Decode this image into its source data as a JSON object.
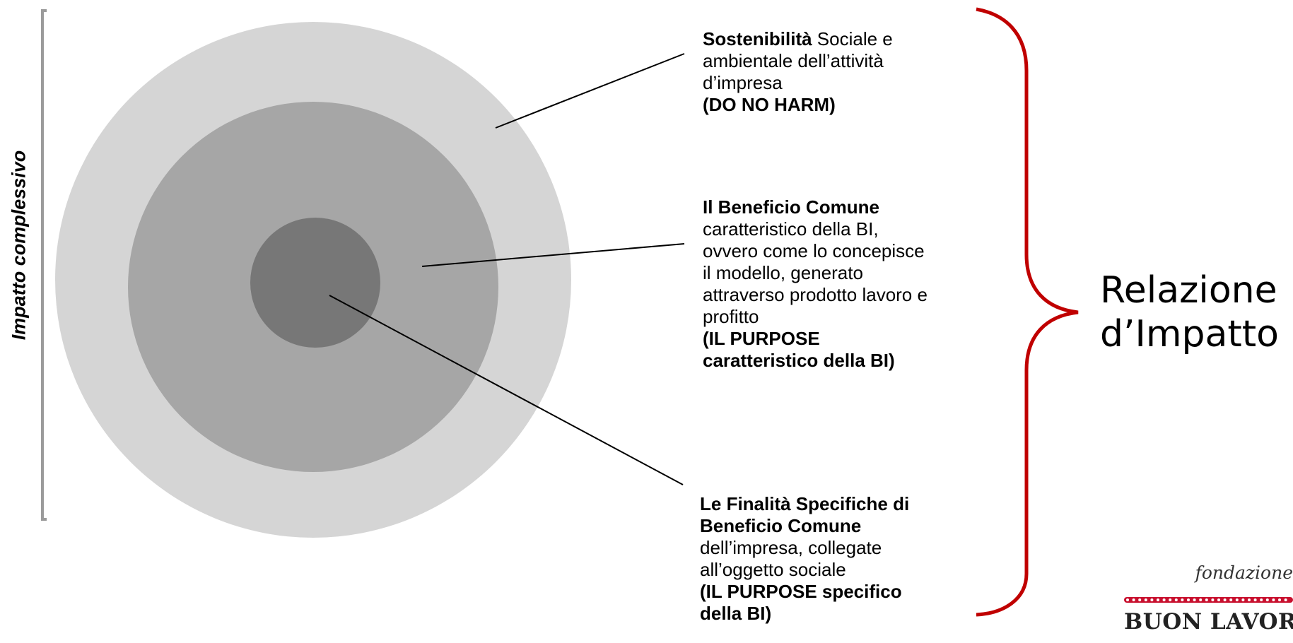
{
  "side_axis": {
    "label": "Impatto complessivo"
  },
  "circles": {
    "outer_color": "#d5d5d5",
    "middle_color": "#a6a6a6",
    "inner_color": "#777777"
  },
  "callouts": {
    "outer": {
      "bold_title": "Sostenibilità",
      "text_1": " Sociale e ambientale dell’attività d’impresa",
      "bold_tail": "(DO NO HARM)"
    },
    "middle": {
      "bold_title": "Il Beneficio Comune",
      "text_1": "caratteristico della BI, ovvero come lo concepisce il modello, generato attraverso prodotto lavoro e profitto",
      "bold_tail": "(IL PURPOSE caratteristico della BI)"
    },
    "inner": {
      "bold_title": "Le Finalità Specifiche di Beneficio Comune",
      "text_1": "dell’impresa, collegate all’oggetto sociale",
      "bold_tail": "(IL PURPOSE specifico della BI)"
    }
  },
  "brace_color": "#c00000",
  "summary": {
    "line1": "Relazione",
    "line2": "d’Impatto"
  },
  "logo": {
    "script": "fondazione",
    "name": "BUON LAVORO",
    "dot_color": "#c8102e"
  }
}
